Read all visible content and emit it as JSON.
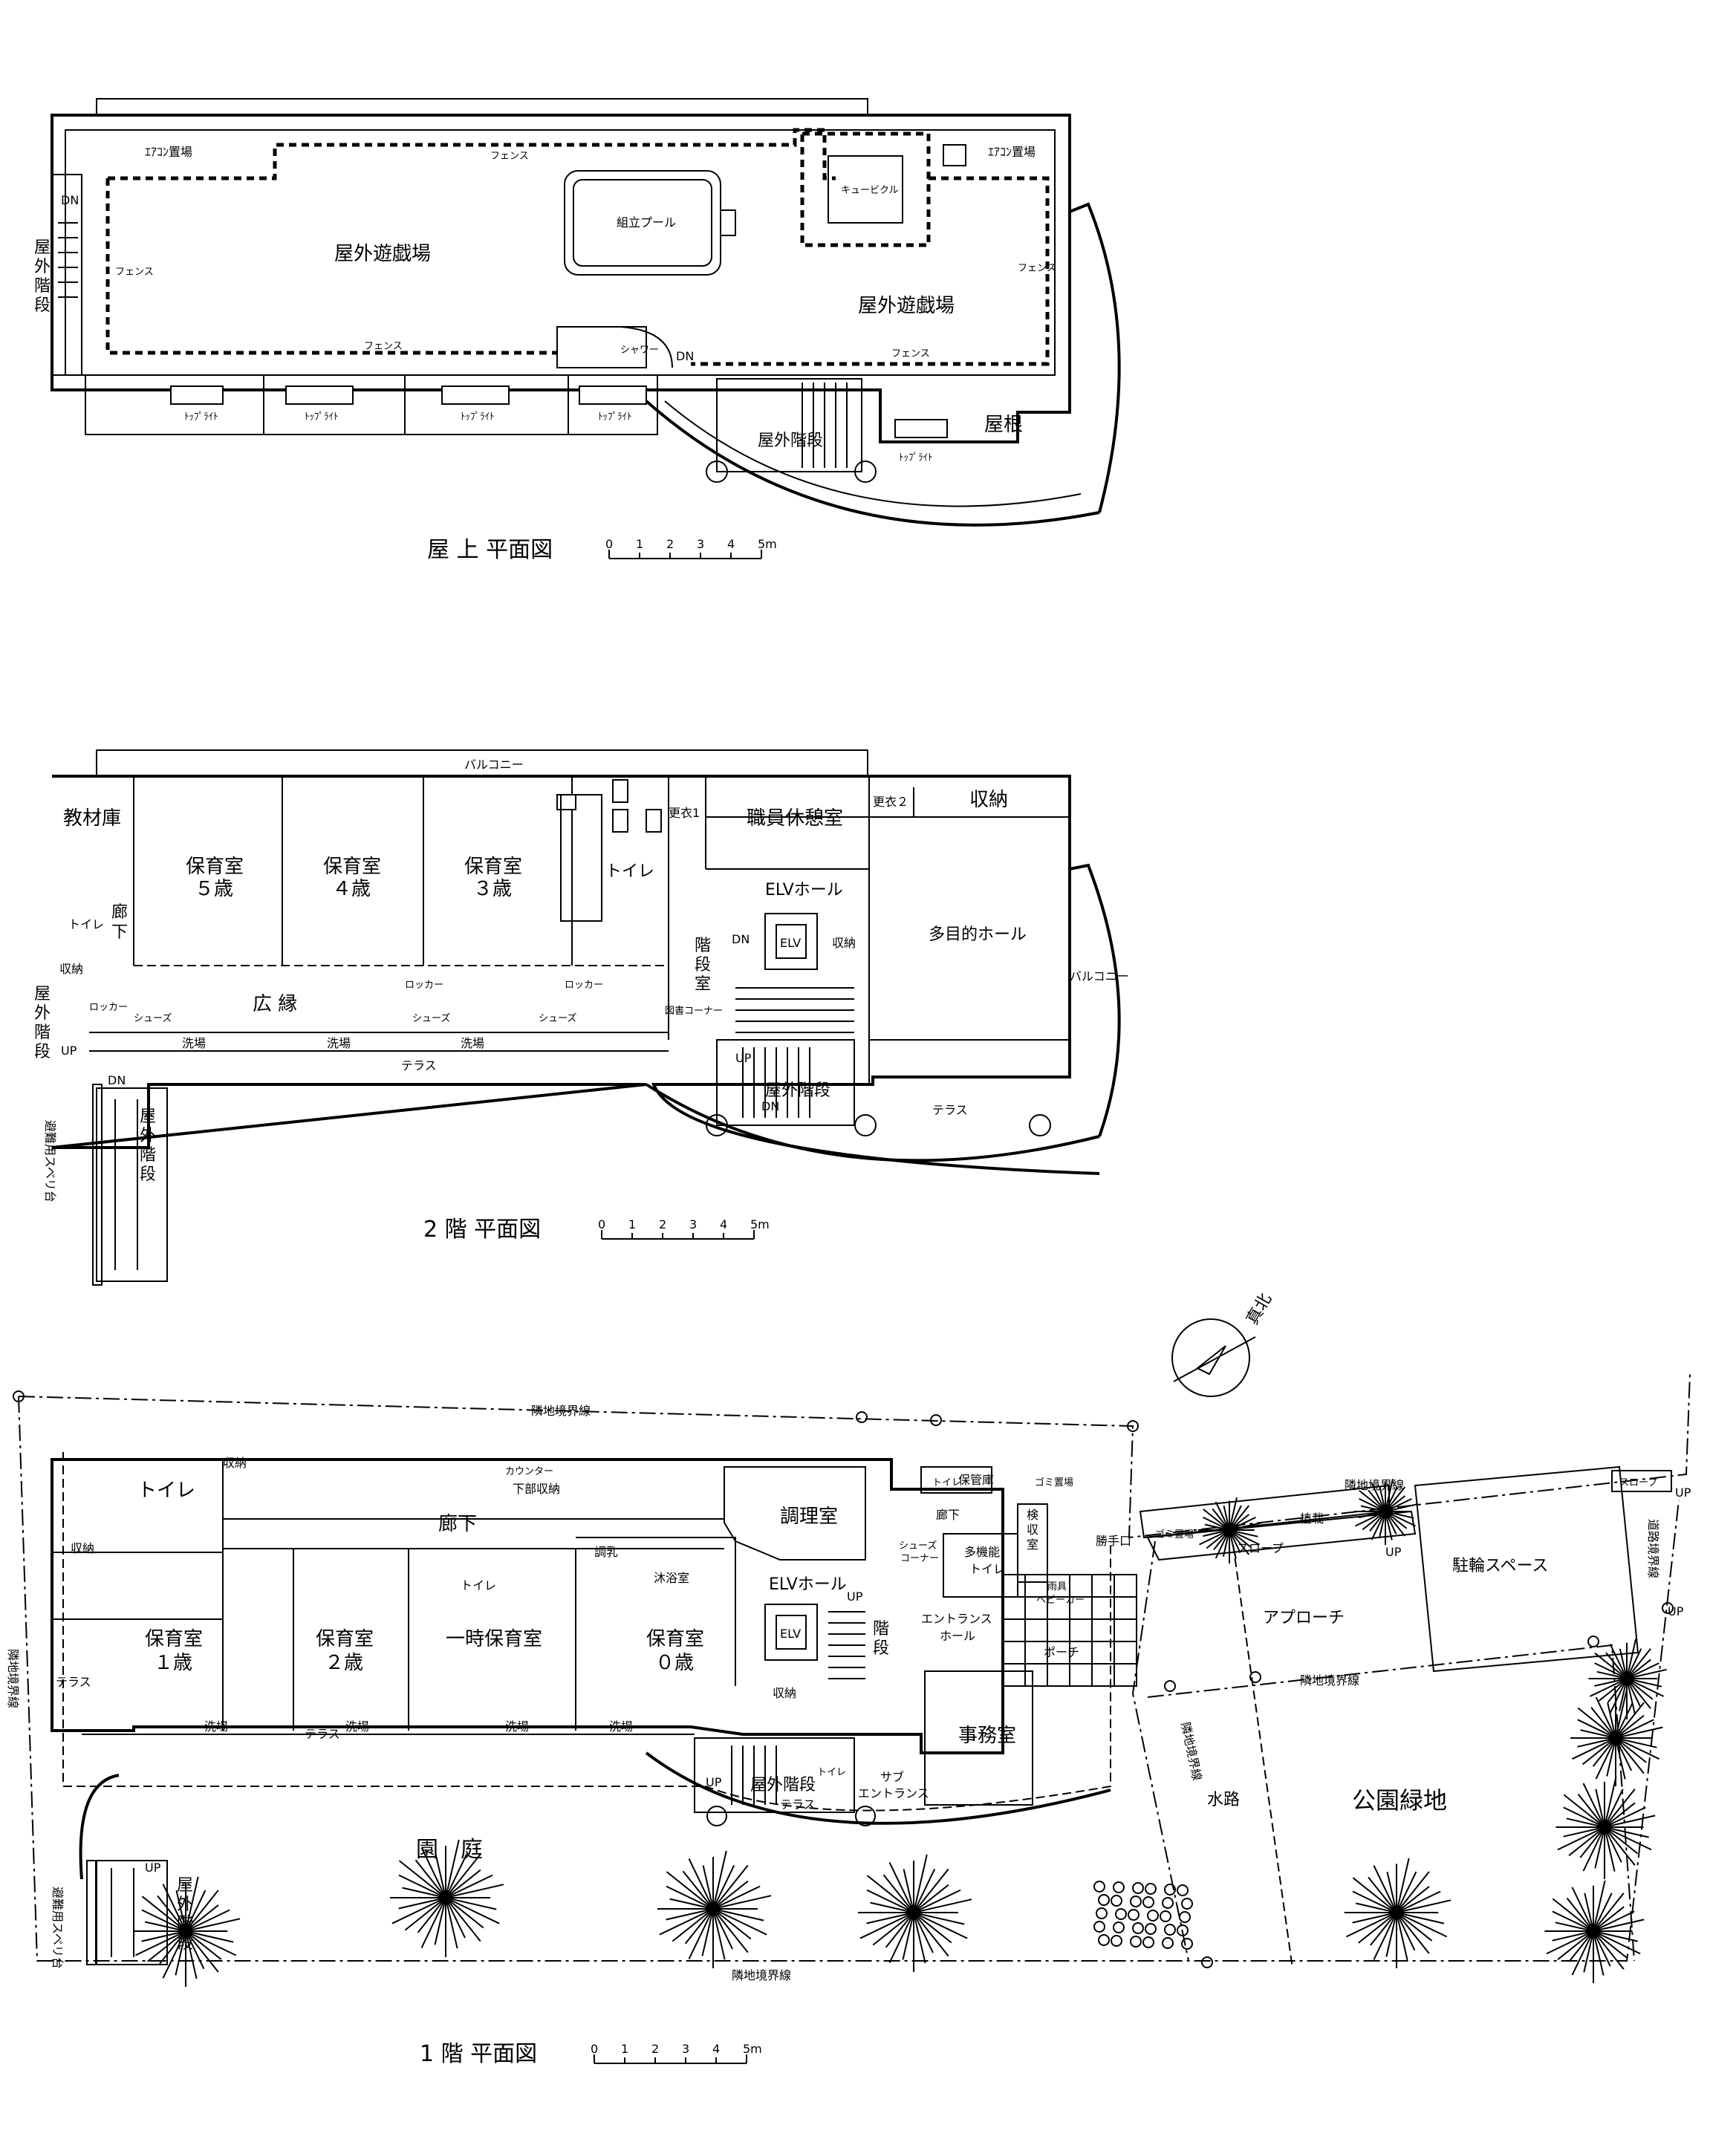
{
  "roof": {
    "title": "屋 上 平面図",
    "scale": [
      "0",
      "1",
      "2",
      "3",
      "4",
      "5m"
    ],
    "labels": {
      "aircon_left": "ｴｱｺﾝ置場",
      "aircon_right": "ｴｱｺﾝ置場",
      "fence_top": "フェンス",
      "fence_left": "フェンス",
      "fence_bottom_left": "フェンス",
      "fence_right": "フェンス",
      "fence_bottom_right": "フェンス",
      "cubicle": "キュービクル",
      "pool": "組立プール",
      "play_left": "屋外遊戯場",
      "play_right": "屋外遊戯場",
      "shower": "シャワー",
      "dn": "DN",
      "dn_left": "DN",
      "outdoor_stair": "屋外階段",
      "outdoor_stair_left": [
        "屋",
        "外",
        "階",
        "段"
      ],
      "roof": "屋根",
      "toplight_1": "ﾄｯﾌﾟﾗｲﾄ",
      "toplight_2": "ﾄｯﾌﾟﾗｲﾄ",
      "toplight_3": "ﾄｯﾌﾟﾗｲﾄ",
      "toplight_4": "ﾄｯﾌﾟﾗｲﾄ",
      "toplight_5": "ﾄｯﾌﾟﾗｲﾄ"
    }
  },
  "second": {
    "title": "2 階 平面図",
    "scale": [
      "0",
      "1",
      "2",
      "3",
      "4",
      "5m"
    ],
    "labels": {
      "balcony_top": "バルコニー",
      "material": "教材庫",
      "nursery5": [
        "保育室",
        "５歳"
      ],
      "nursery4": [
        "保育室",
        "４歳"
      ],
      "nursery3": [
        "保育室",
        "３歳"
      ],
      "toilet": "トイレ",
      "toilet_left": "トイレ",
      "changing1": "更衣1",
      "staff_lounge": "職員休憩室",
      "changing2": "更衣２",
      "storage_top": "収納",
      "elv_hall": "ELVホール",
      "elv": "ELV",
      "storage_elv": "収納",
      "stair_room": [
        "階",
        "段",
        "室"
      ],
      "dn": "DN",
      "multi_hall": "多目的ホール",
      "balcony_right": "バルコニー",
      "corridor": [
        "廊",
        "下"
      ],
      "storage_left": "収納",
      "locker_left": "ロッカー",
      "locker_1": "ロッカー",
      "locker_2": "ロッカー",
      "hiroen": "広 縁",
      "library": "図書コーナー",
      "shoes_1": "シューズ",
      "shoes_2": "シューズ",
      "shoes_3": "シューズ",
      "wash_1": "洗場",
      "wash_2": "洗場",
      "wash_3": "洗場",
      "terrace": "テラス",
      "terrace_right": "テラス",
      "up": "UP",
      "dn_stair": "DN",
      "outdoor_stair": "屋外階段",
      "outdoor_stair_left": [
        "屋",
        "外",
        "階",
        "段"
      ],
      "up_left": "UP",
      "dn_left": "DN",
      "outdoor_stair_down": [
        "屋",
        "外",
        "階",
        "段"
      ],
      "slide": "避難用スベリ台"
    }
  },
  "first": {
    "title": "1 階 平面図",
    "scale": [
      "0",
      "1",
      "2",
      "3",
      "4",
      "5m"
    ],
    "north": "真北",
    "labels": {
      "boundary_top": "隣地境界線",
      "boundary_top_right": "隣地境界線",
      "boundary_mid": "隣地境界線",
      "boundary_left": "隣地境界線",
      "boundary_right": "道路境界線",
      "boundary_bottom": "隣地境界線",
      "boundary_water": "隣地境界線",
      "toilet": "トイレ",
      "storage_1": "収納",
      "storage_2": "収納",
      "counter": "カウンター",
      "under_storage": "下部収納",
      "corridor": "廊下",
      "kitchen": "調理室",
      "toilet_small": "トイレ",
      "janitor": "保管庫",
      "corridor_small": "廊下",
      "inspection": [
        "検",
        "収",
        "室"
      ],
      "garbage": "ゴミ置場",
      "garbage_2": "ゴミ置場",
      "service_entry": "勝手口",
      "planting": "植栽",
      "slope": "スロープ",
      "slope_right": "スロープ",
      "up_1": "UP",
      "up_2": "UP",
      "up_3": "UP",
      "bicycle": "駐輪スペース",
      "approach": "アプローチ",
      "formula": "調乳",
      "bath": "沐浴室",
      "toilet_mid": "トイレ",
      "shoes_corner": [
        "シューズ",
        "コーナー"
      ],
      "multi_toilet": [
        "多機能",
        "トイレ"
      ],
      "umbrella": [
        "雨具",
        "ベビーカー"
      ],
      "porch": "ポーチ",
      "elv_hall": "ELVホール",
      "elv": "ELV",
      "up_stair": "UP",
      "stair": [
        "階",
        "段"
      ],
      "entrance_hall": [
        "エントランス",
        "ホール"
      ],
      "storage_elv": "収納",
      "nursery1": [
        "保育室",
        "１歳"
      ],
      "nursery2": [
        "保育室",
        "２歳"
      ],
      "temp": "一時保育室",
      "nursery0": [
        "保育室",
        "０歳"
      ],
      "office": "事務室",
      "terrace_left": "テラス",
      "terrace_mid": "テラス",
      "terrace_bottom": "テラス",
      "wash_1": "洗場",
      "wash_2": "洗場",
      "wash_3": "洗場",
      "wash_4": "洗場",
      "toilet_stair": "トイレ",
      "outdoor_stair": "屋外階段",
      "up_outdoor": "UP",
      "sub_entrance": [
        "サブ",
        "エントランス"
      ],
      "garden": "園　庭",
      "waterway": "水路",
      "park": "公園緑地",
      "outdoor_stair_left": [
        "屋",
        "外",
        "階",
        "段"
      ],
      "up_left": "UP",
      "slide": "避難用スベリ台"
    }
  }
}
